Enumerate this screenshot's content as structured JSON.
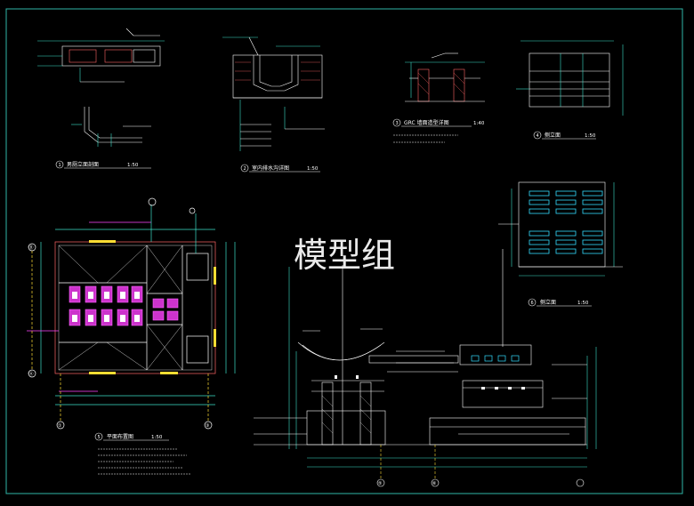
{
  "watermark": "模型组",
  "colors": {
    "background": "#000000",
    "frame": "#2fb6a8",
    "line": "#ffffff",
    "dimension": "#3de0c8",
    "partition": "#ff44ff",
    "axis": "#ffdd33",
    "wall": "#ff6666",
    "green": "#33ff66",
    "cyan": "#33ddff"
  },
  "details": {
    "d1": {
      "number": "1",
      "title": "男厕立面剖面",
      "scale": "1:50"
    },
    "d2": {
      "number": "2",
      "title": "室内排水沟详图",
      "scale": "1:50"
    },
    "d3": {
      "number": "3",
      "title": "GRC 墙面造型详图",
      "scale": "1:40"
    },
    "d4": {
      "number": "4",
      "title": "侧立面",
      "scale": "1:50"
    },
    "d5": {
      "number": "5",
      "title": "平面布置图",
      "scale": "1:50"
    },
    "d6": {
      "number": "6",
      "title": "侧立面",
      "scale": "1:50"
    }
  },
  "grid_axes": {
    "plan_h": [
      "①",
      "③"
    ],
    "plan_v": [
      "Ⓑ",
      "Ⓐ"
    ],
    "elev_h": [
      "⑤",
      "⑥"
    ]
  }
}
